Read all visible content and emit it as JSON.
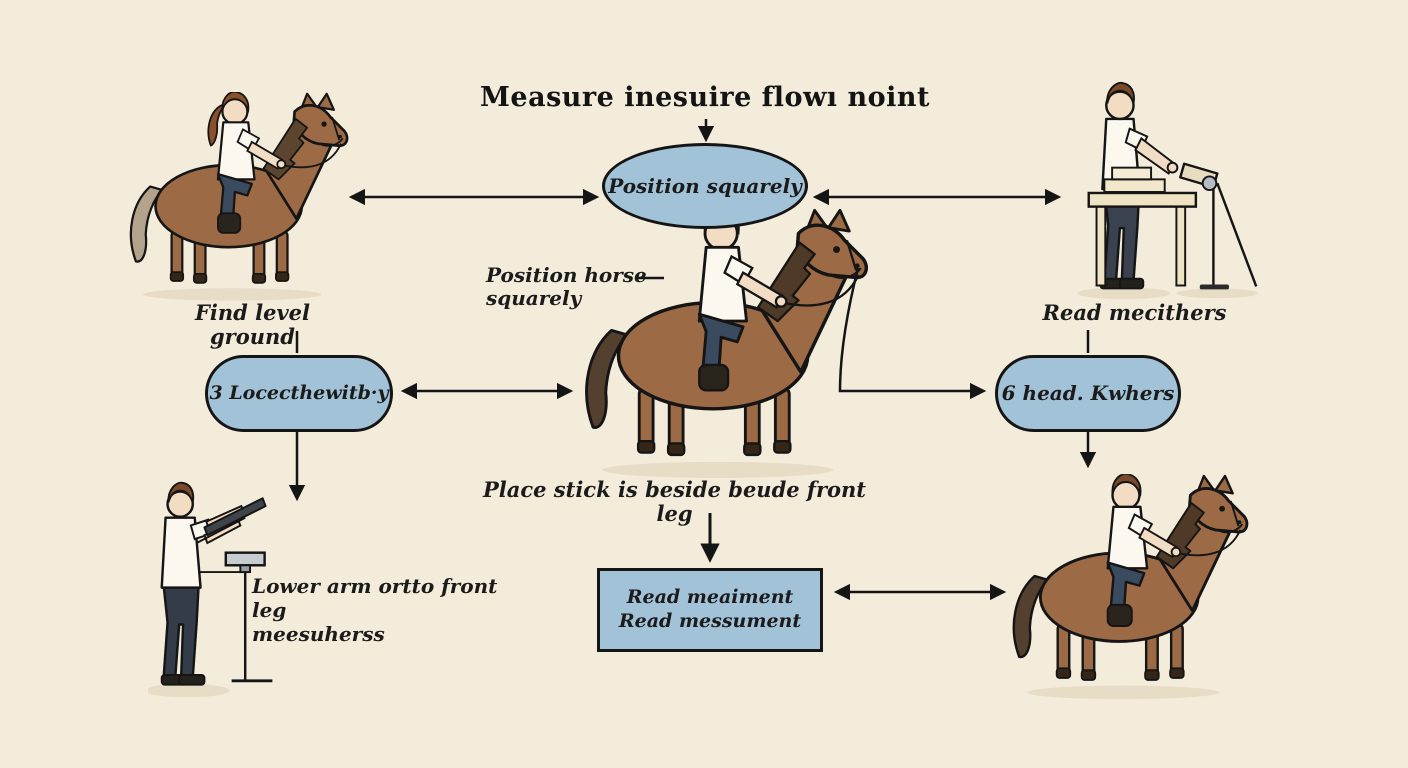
{
  "title": "Measure inesuire flowı noint",
  "nodes": {
    "center_oval": "Position squarely",
    "left_pill": "3 Locecthewitb·y",
    "right_pill": "6 head. Kwhers",
    "result_box": {
      "line1": "Read meaiment",
      "line2": "Read messument"
    }
  },
  "captions": {
    "top_left": "Find level ground",
    "top_right": "Read mecithers",
    "center_label": {
      "line1": "Position horse",
      "line2": "squarely"
    },
    "center_bottom": "Place stick is beside beude front leg",
    "bottom_left": {
      "line1": "Lower arm ortto front leg",
      "line2": "meesuherss"
    }
  },
  "colors": {
    "background": "#f4ecda",
    "node_fill": "#a2c2d7",
    "outline": "#151515",
    "text": "#1b1b1b",
    "horse_coat": "#9d6a46",
    "horse_mane": "#4f3a28",
    "pale_tail": "#b3a28c",
    "pants": "#3a4a5f",
    "skin": "#f2dcc3",
    "hair": "#7b4a2a"
  },
  "illustrations": {
    "top_left": "woman-riding-horse",
    "top_right": "man-at-measuring-table",
    "center": "man-riding-horse",
    "bottom_left": "man-with-measuring-stick",
    "bottom_right": "man-riding-horse"
  }
}
